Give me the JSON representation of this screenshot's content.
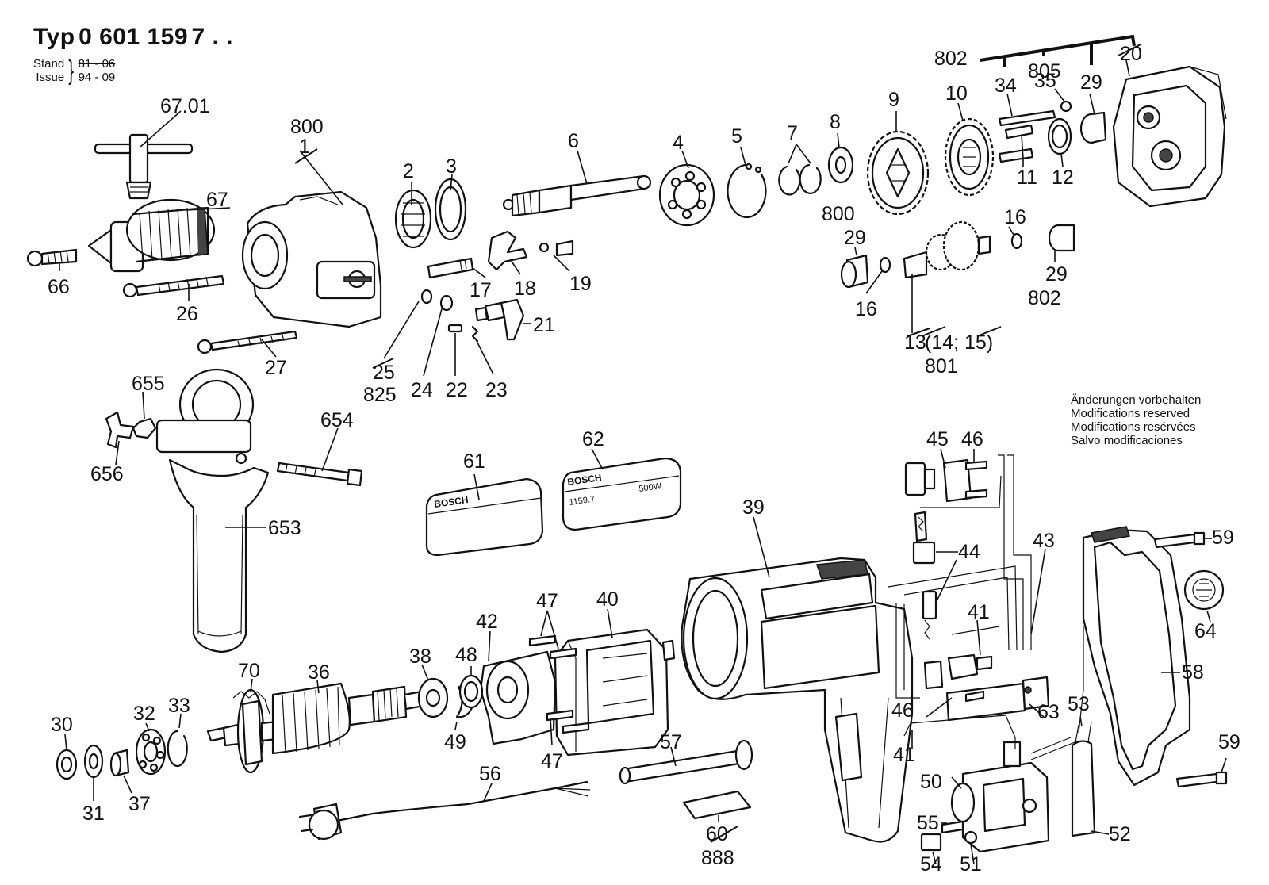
{
  "header": {
    "typ_prefix": "Typ",
    "typ_number": "0 601 159",
    "typ_suffix": "7 . .",
    "stand_label": "Stand",
    "issue_label": "Issue",
    "stand_value": "81 - 06",
    "issue_value": "94 - 09"
  },
  "notes": [
    "Änderungen vorbehalten",
    "Modifications reserved",
    "Modifications resérvées",
    "Salvo modificaciones"
  ],
  "nameplates": {
    "plate_61_brand": "BOSCH",
    "plate_62_brand": "BOSCH",
    "plate_62_model": "1159.7",
    "plate_62_power": "500W"
  },
  "labels": {
    "l_67_01": "67.01",
    "l_800a": "800",
    "l_1": "1",
    "l_67": "67",
    "l_66": "66",
    "l_26": "26",
    "l_27": "27",
    "l_2": "2",
    "l_3": "3",
    "l_6": "6",
    "l_4": "4",
    "l_5": "5",
    "l_7": "7",
    "l_8": "8",
    "l_800b": "800",
    "l_9": "9",
    "l_10": "10",
    "l_34": "34",
    "l_35": "35",
    "l_29a": "29",
    "l_20": "20",
    "l_802a": "802",
    "l_805": "805",
    "l_11": "11",
    "l_12": "12",
    "l_17": "17",
    "l_18": "18",
    "l_19": "19",
    "l_21": "21",
    "l_25": "25",
    "l_825": "825",
    "l_24": "24",
    "l_22": "22",
    "l_23": "23",
    "l_29b": "29",
    "l_16a": "16",
    "l_16b": "16",
    "l_29c": "29",
    "l_802b": "802",
    "l_13_group": "(14; 15)",
    "l_13": "13",
    "l_801": "801",
    "l_655": "655",
    "l_656": "656",
    "l_654": "654",
    "l_653": "653",
    "l_61": "61",
    "l_62": "62",
    "l_45": "45",
    "l_46a": "46",
    "l_39": "39",
    "l_44": "44",
    "l_43": "43",
    "l_59a": "59",
    "l_64": "64",
    "l_41a": "41",
    "l_58": "58",
    "l_42": "42",
    "l_47a": "47",
    "l_40": "40",
    "l_48": "48",
    "l_38": "38",
    "l_70": "70",
    "l_36": "36",
    "l_30": "30",
    "l_32": "32",
    "l_33": "33",
    "l_31": "31",
    "l_37": "37",
    "l_49": "49",
    "l_47b": "47",
    "l_46b": "46",
    "l_63": "63",
    "l_53": "53",
    "l_41b": "41",
    "l_59b": "59",
    "l_50": "50",
    "l_57": "57",
    "l_56": "56",
    "l_55": "55",
    "l_60": "60",
    "l_888": "888",
    "l_54": "54",
    "l_51": "51",
    "l_52": "52"
  }
}
